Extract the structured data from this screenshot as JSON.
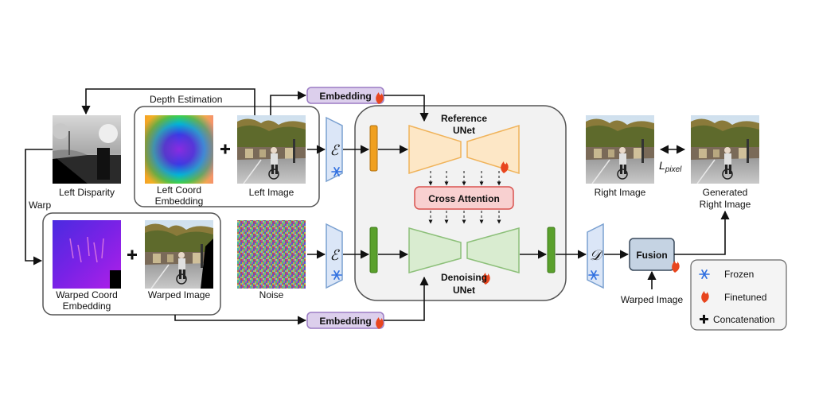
{
  "labels": {
    "depth_estimation": "Depth Estimation",
    "left_disparity": "Left Disparity",
    "left_coord_line1": "Left Coord",
    "left_coord_line2": "Embedding",
    "left_image": "Left Image",
    "warp": "Warp",
    "warped_coord_line1": "Warped Coord",
    "warped_coord_line2": "Embedding",
    "warped_image": "Warped Image",
    "noise": "Noise",
    "embedding_top": "Embedding",
    "embedding_bottom": "Embedding",
    "reference_line1": "Reference",
    "reference_line2": "UNet",
    "cross_attention": "Cross Attention",
    "denoising_line1": "Denoising",
    "denoising_line2": "UNet",
    "encoder_symbol": "ℰ",
    "decoder_symbol": "𝒟",
    "fusion": "Fusion",
    "warped_image_fusion": "Warped Image",
    "right_image": "Right Image",
    "generated_line1": "Generated",
    "generated_line2": "Right Image",
    "loss": "L",
    "loss_sub": "pixel"
  },
  "legend": {
    "frozen": "Frozen",
    "finetuned": "Finetuned",
    "concatenation": "Concatenation"
  },
  "icons": {
    "frozen": "snowflake-icon",
    "finetuned": "flame-icon",
    "concat": "plus-icon"
  },
  "colors": {
    "encoder_fill": "#dbe6f7",
    "encoder_stroke": "#7aa0d0",
    "orange_block": "#f0a020",
    "green_block": "#5aa02c",
    "ref_unet_fill": "#fde7c6",
    "ref_unet_stroke": "#f0b35a",
    "den_unet_fill": "#d9ecd0",
    "den_unet_stroke": "#8dc07a",
    "cross_fill": "#f8d0d0",
    "cross_stroke": "#d9534f",
    "embed_fill": "#dccfec",
    "embed_stroke": "#9b7cc4",
    "fusion_fill": "#c5d3e3",
    "fusion_stroke": "#3a4a5c",
    "panel_fill": "#f2f2f2",
    "snowflake": "#2f6fe0",
    "flame": "#e8451e"
  }
}
